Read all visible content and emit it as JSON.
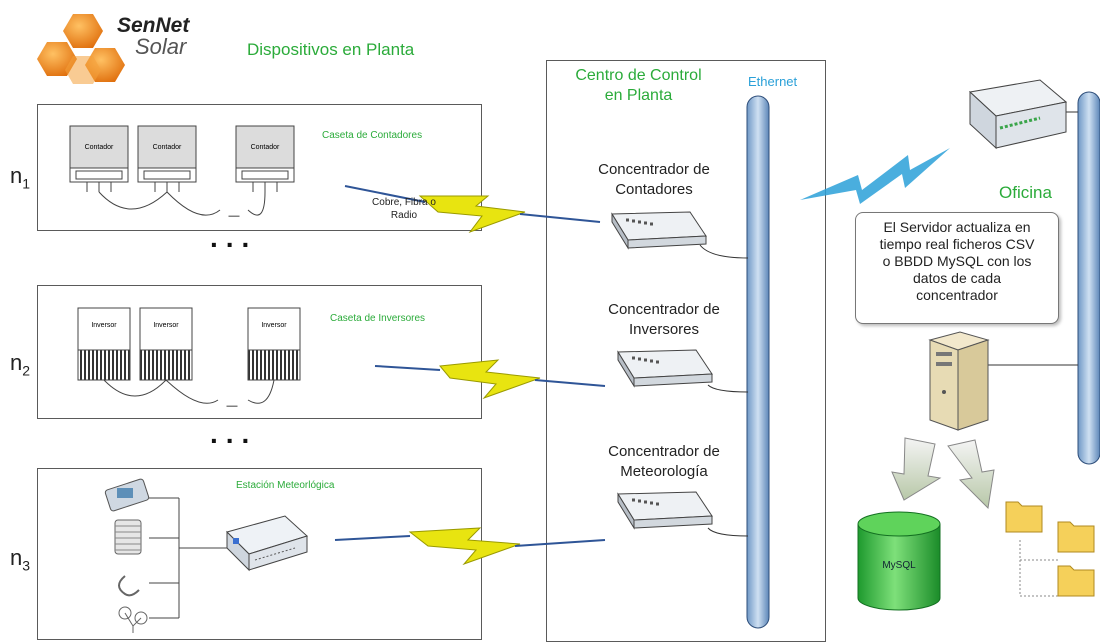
{
  "brand": {
    "line1": "SenNet",
    "line2": "Solar"
  },
  "headings": {
    "field_devices": "Dispositivos en Planta",
    "control_center": "Centro de Control\nen Planta",
    "ethernet": "Ethernet",
    "office": "Oficina"
  },
  "groups": [
    {
      "index": "n",
      "sub": "1",
      "title": "Caseta de Contadores",
      "device_label": "Contador",
      "link_label": "Cobre, Fibra o\nRadio"
    },
    {
      "index": "n",
      "sub": "2",
      "title": "Caseta de Inversores",
      "device_label": "Inversor"
    },
    {
      "index": "n",
      "sub": "3",
      "title": "Estación Meteorlógica"
    }
  ],
  "ellipsis": "...",
  "gap_dash": "—",
  "concentrators": [
    {
      "label": "Concentrador de\nContadores"
    },
    {
      "label": "Concentrador de\nInversores"
    },
    {
      "label": "Concentrador de\nMeteorología"
    }
  ],
  "server_note": "El Servidor actualiza en\ntiempo real ficheros CSV\no BBDD MySQL con los\ndatos de cada\nconcentrador",
  "database_label": "MySQL",
  "colors": {
    "accent_green": "#2bab3a",
    "ethernet_blue": "#2aa0d8",
    "lightning": "#e8e410",
    "logo_orange": "#f08a1c"
  }
}
